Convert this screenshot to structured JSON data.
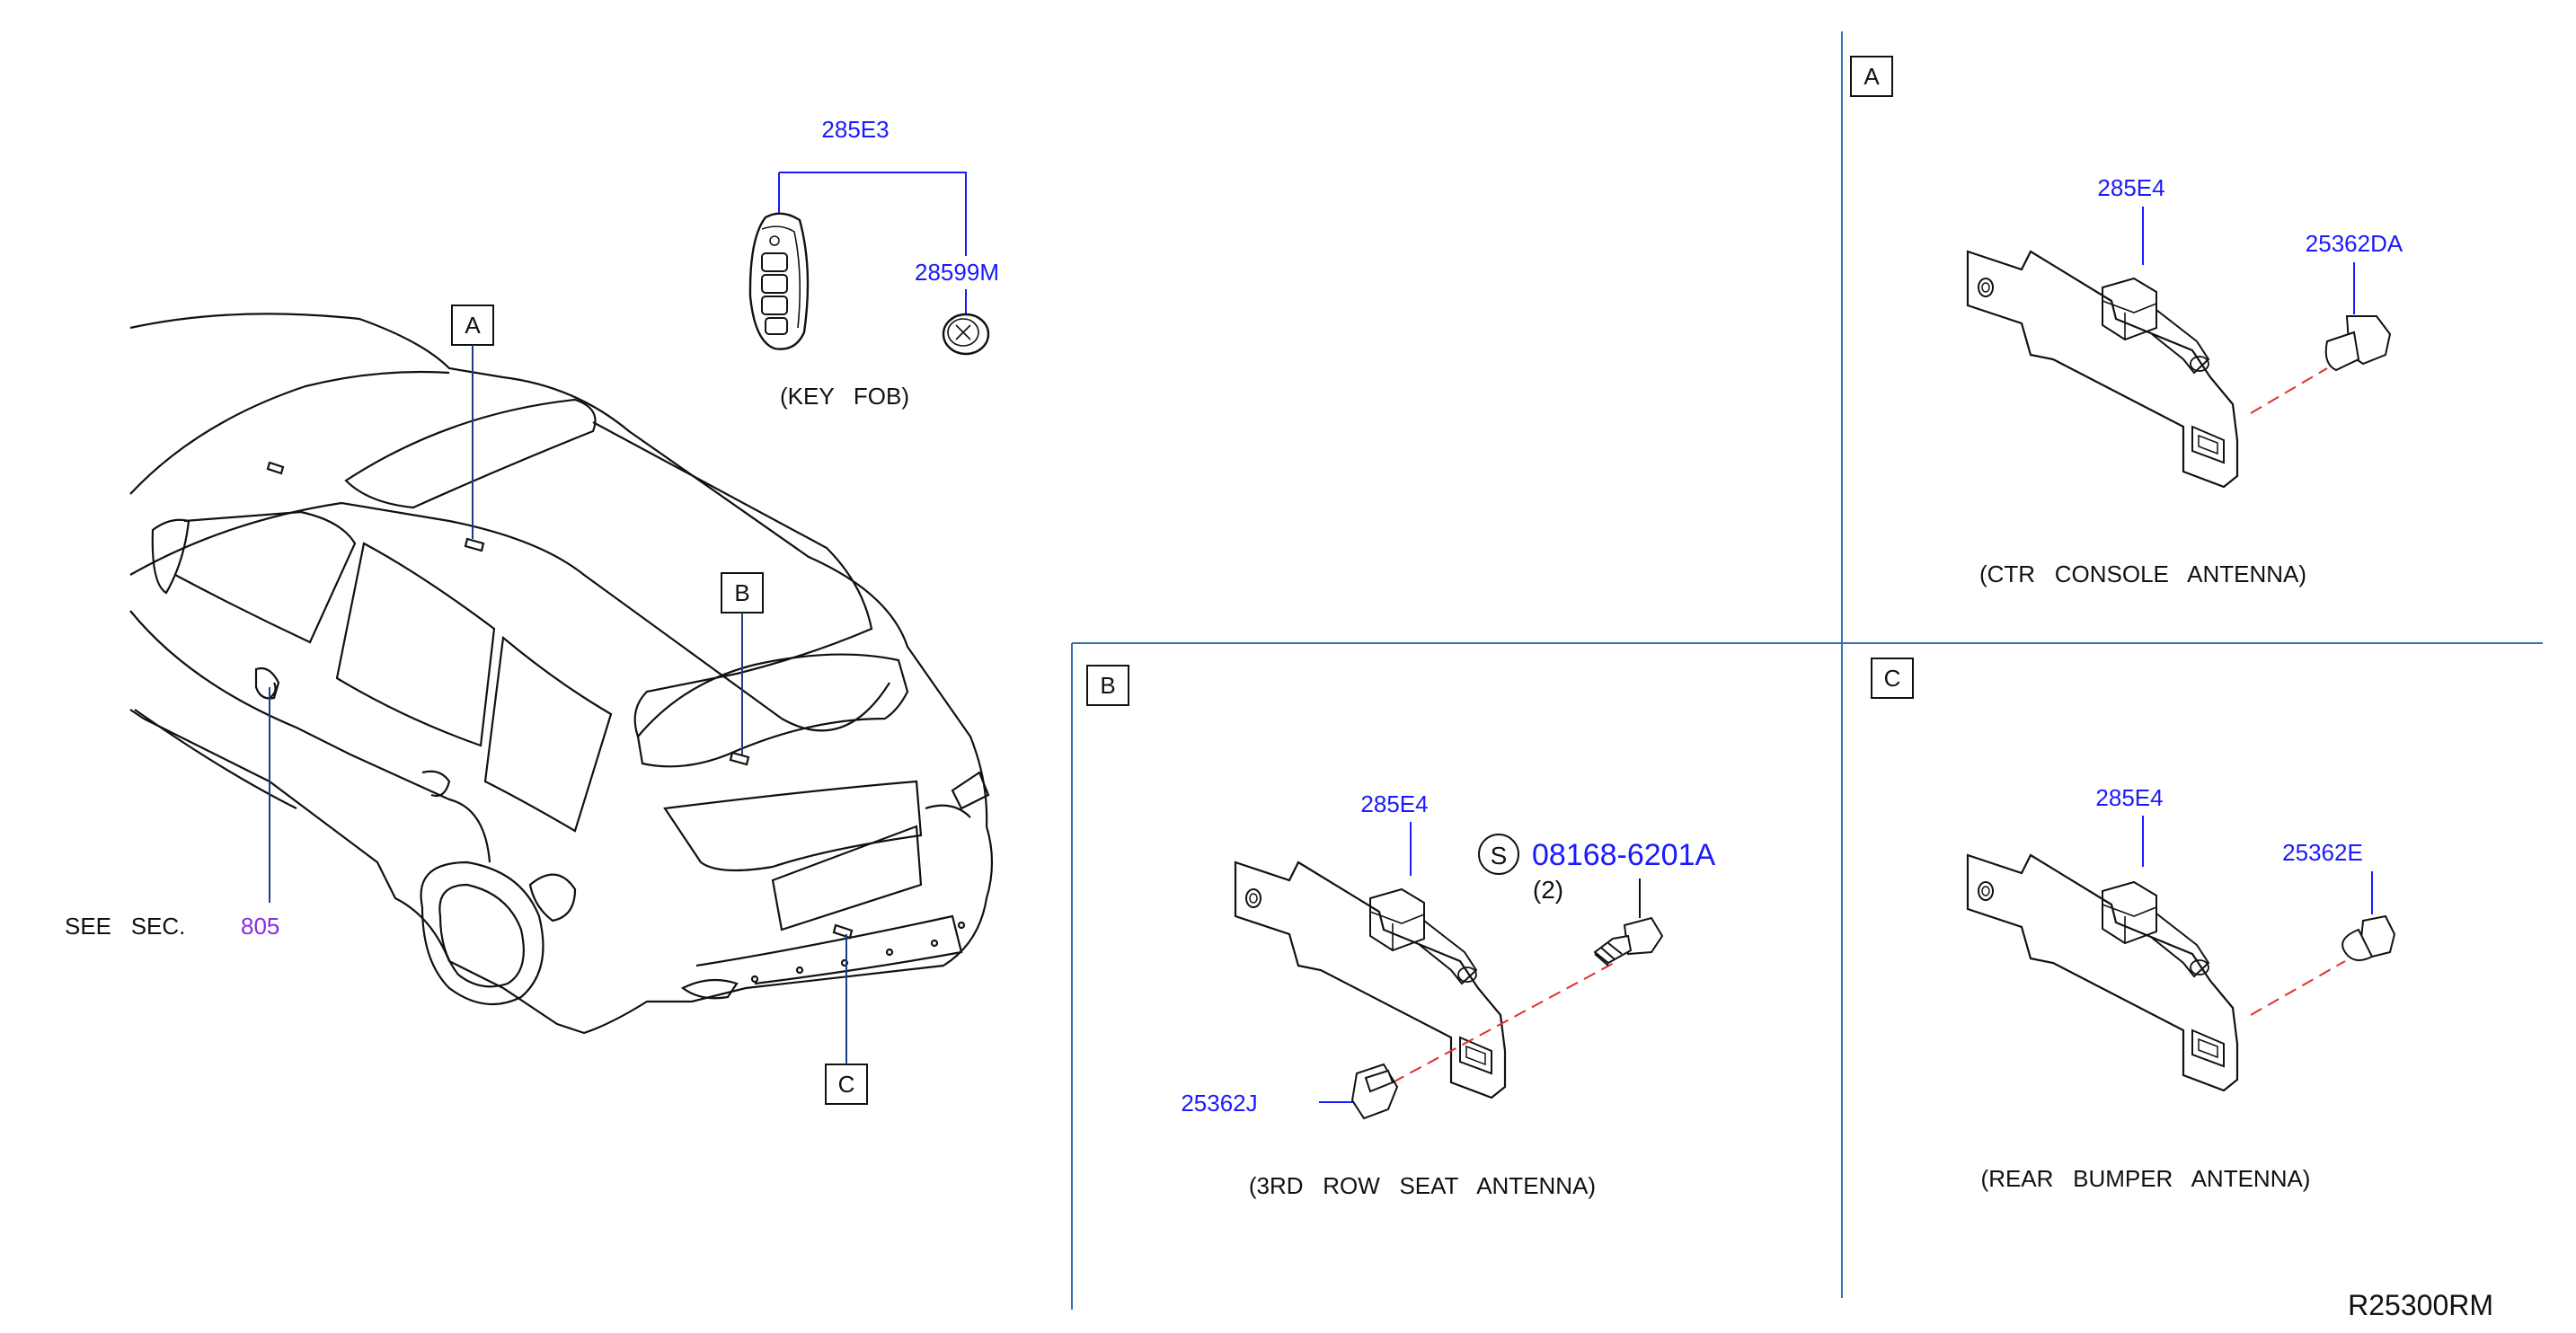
{
  "parts": {
    "key_fob_part": "285E3",
    "battery_part": "28599M",
    "key_fob_caption": "(KEY   FOB)",
    "see_sec_text": "SEE   SEC.",
    "see_sec_num": "805",
    "callout_A": "A",
    "callout_B": "B",
    "callout_C": "C"
  },
  "panel_a": {
    "tag": "A",
    "antenna_part": "285E4",
    "fastener_part": "25362DA",
    "caption": "(CTR   CONSOLE   ANTENNA)"
  },
  "panel_b": {
    "tag": "B",
    "antenna_part": "285E4",
    "screw_symbol": "S",
    "screw_part": "08168-6201A",
    "screw_qty": "(2)",
    "clip_part": "25362J",
    "caption": "(3RD   ROW   SEAT   ANTENNA)"
  },
  "panel_c": {
    "tag": "C",
    "antenna_part": "285E4",
    "clip_part": "25362E",
    "caption": "(REAR   BUMPER   ANTENNA)"
  },
  "diagram_id": "R25300RM",
  "colors": {
    "part_label": "#1a1aff",
    "divider": "#3a6fb5",
    "dashed_leader": "#e03030",
    "ref_number": "#8a2be2"
  }
}
